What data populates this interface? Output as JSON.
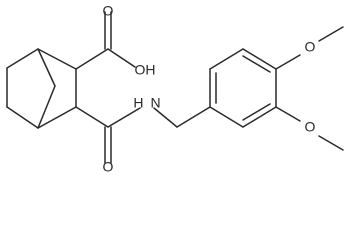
{
  "molecule": {
    "labels": {
      "carboxylic_acid": "OH",
      "carbonyl_oxygen_acid": "O",
      "carbonyl_oxygen_amide": "O",
      "amide_nitrogen": "H N",
      "methoxy_oxygen_top": "O",
      "methoxy_oxygen_bottom": "O"
    },
    "colors": {
      "ink": "#2a2a2a",
      "background": "#ffffff"
    }
  }
}
